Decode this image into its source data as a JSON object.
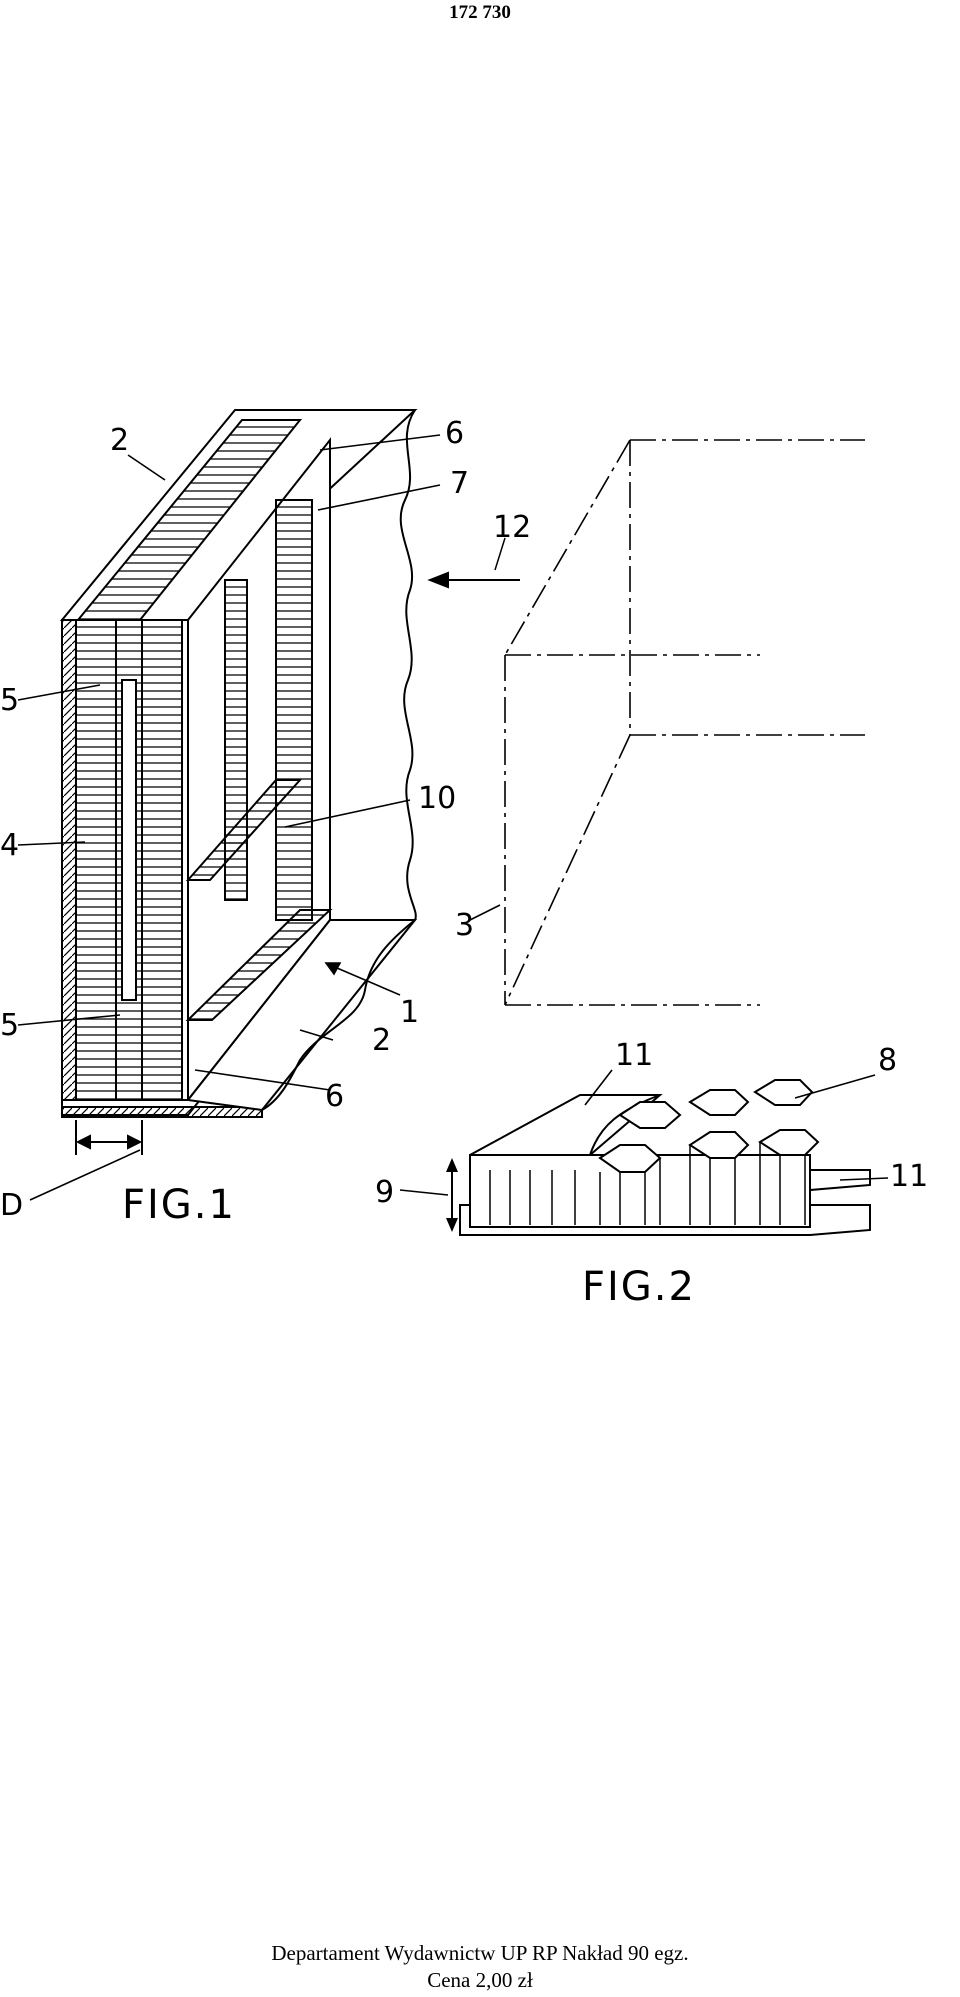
{
  "header": {
    "page_number": "172 730"
  },
  "figures": {
    "fig1": {
      "caption": "FIG.1",
      "labels": {
        "l2a": "2",
        "l2b": "2",
        "l6a": "6",
        "l6b": "6",
        "l7": "7",
        "l12": "12",
        "l5a": "5",
        "l5b": "5",
        "l4": "4",
        "l10": "10",
        "l3": "3",
        "l1": "1",
        "lD": "D"
      }
    },
    "fig2": {
      "caption": "FIG.2",
      "labels": {
        "l11a": "11",
        "l11b": "11",
        "l8": "8",
        "l9": "9"
      }
    }
  },
  "footer": {
    "line1": "Departament Wydawnictw UP RP  Nakład 90 egz.",
    "line2": "Cena 2,00 zł"
  }
}
